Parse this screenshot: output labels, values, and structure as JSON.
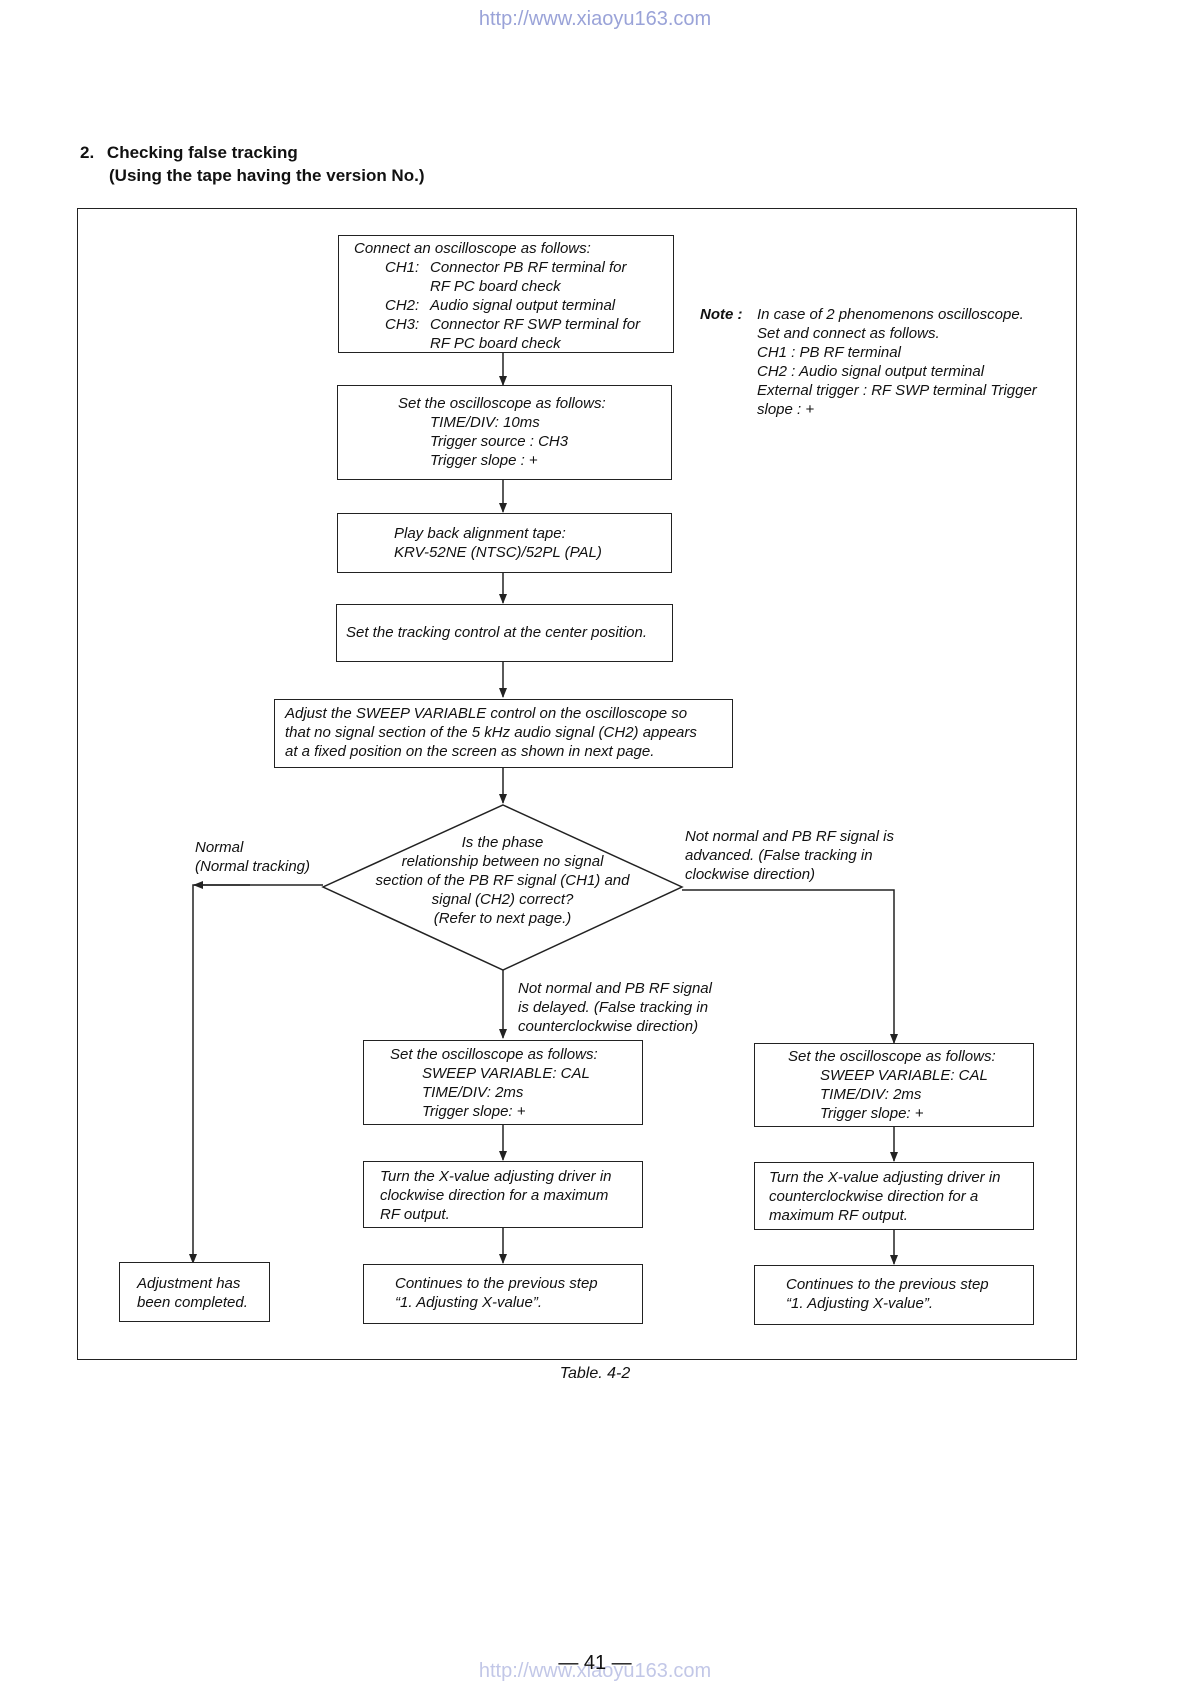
{
  "watermark": {
    "url": "http://www.xiaoyu163.com"
  },
  "heading": {
    "number": "2.",
    "title": "Checking false tracking",
    "subtitle": "(Using the tape having the version No.)"
  },
  "steps": {
    "connect": {
      "intro": "Connect an oscilloscope as follows:",
      "ch1_label": "CH1:",
      "ch1_text": "Connector PB RF terminal for",
      "ch1_text2": "RF PC board check",
      "ch2_label": "CH2:",
      "ch2_text": "Audio signal output terminal",
      "ch3_label": "CH3:",
      "ch3_text": "Connector RF SWP terminal for",
      "ch3_text2": "RF PC board check"
    },
    "set_scope": {
      "intro": "Set the oscilloscope as follows:",
      "l1": "TIME/DIV: 10ms",
      "l2": "Trigger source : CH3",
      "l3": "Trigger slope : +"
    },
    "play": {
      "l1": "Play back alignment tape:",
      "l2": "KRV-52NE (NTSC)/52PL (PAL)"
    },
    "tracking": {
      "l1": "Set the tracking control at the center position."
    },
    "sweep": {
      "l1": "Adjust the SWEEP VARIABLE control on the oscilloscope so",
      "l2": "that no signal section of the 5 kHz audio signal (CH2) appears",
      "l3": "at a fixed position on the screen as shown in next page."
    },
    "decision": {
      "l1": "Is the phase",
      "l2": "relationship between no signal",
      "l3": "section of the PB RF signal (CH1) and",
      "l4": "signal (CH2) correct?",
      "l5": "(Refer to next page.)"
    },
    "set_mid": {
      "intro": "Set the oscilloscope as follows:",
      "l1": "SWEEP VARIABLE: CAL",
      "l2": "TIME/DIV: 2ms",
      "l3": "Trigger slope: +"
    },
    "set_right": {
      "intro": "Set the oscilloscope as follows:",
      "l1": "SWEEP VARIABLE: CAL",
      "l2": "TIME/DIV: 2ms",
      "l3": "Trigger slope: +"
    },
    "turn_mid": {
      "l1": "Turn the X-value adjusting driver in",
      "l2": "clockwise direction for a maximum",
      "l3": "RF output."
    },
    "turn_right": {
      "l1": "Turn the X-value adjusting driver in",
      "l2": "counterclockwise direction for a",
      "l3": "maximum RF output."
    },
    "cont_mid": {
      "l1": "Continues to the previous step",
      "l2": "“1. Adjusting X-value”."
    },
    "cont_right": {
      "l1": "Continues to the previous step",
      "l2": "“1. Adjusting X-value”."
    },
    "done": {
      "l1": "Adjustment has",
      "l2": "been completed."
    }
  },
  "branches": {
    "normal": {
      "l1": "Normal",
      "l2": "(Normal tracking)"
    },
    "advanced": {
      "l1": "Not normal and PB RF signal is",
      "l2": "advanced. (False tracking in",
      "l3": "clockwise direction)"
    },
    "delayed": {
      "l1": "Not normal and PB RF signal",
      "l2": "is delayed. (False tracking in",
      "l3": "counterclockwise direction)"
    }
  },
  "note": {
    "label": "Note :",
    "l1": "In case of 2 phenomenons oscilloscope.",
    "l2": "Set and connect as follows.",
    "l3": "CH1 : PB RF terminal",
    "l4": "CH2 : Audio signal output terminal",
    "l5": "External trigger : RF SWP terminal Trigger",
    "l6": "slope : +"
  },
  "caption": "Table. 4-2",
  "page_number": "— 41 —"
}
